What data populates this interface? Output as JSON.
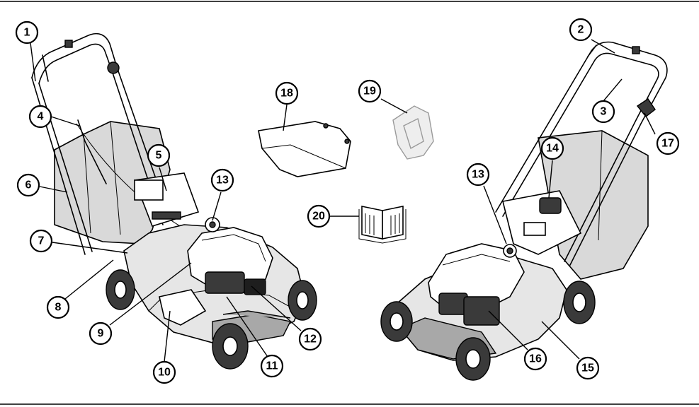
{
  "callouts": [
    "1",
    "2",
    "3",
    "4",
    "5",
    "6",
    "7",
    "8",
    "9",
    "10",
    "11",
    "12",
    "13",
    "14",
    "15",
    "16",
    "17",
    "18",
    "19",
    "20"
  ],
  "colors": {
    "line": "#000000",
    "bag": "#d9d9d9",
    "body": "#e6e6e6",
    "dark": "#3a3a3a",
    "ghost": "#9a9a9a"
  },
  "icons": [
    "open-book-icon"
  ]
}
